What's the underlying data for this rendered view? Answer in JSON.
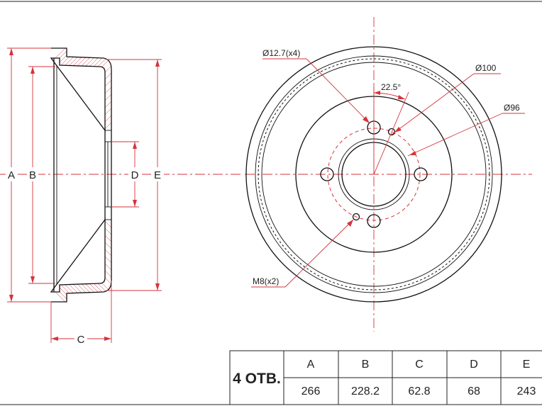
{
  "side_view": {
    "labels": {
      "a": "A",
      "b": "B",
      "c": "C",
      "d": "D",
      "e": "E"
    }
  },
  "front_view": {
    "callouts": {
      "bolt_holes": "Ø12.7(x4)",
      "angle": "22.5°",
      "pcd_outer": "Ø100",
      "pcd_inner": "Ø96",
      "threaded_holes": "M8(x2)"
    }
  },
  "spec_table": {
    "holes_label": "4 ОТВ.",
    "headers": [
      "A",
      "B",
      "C",
      "D",
      "E"
    ],
    "values": [
      "266",
      "228.2",
      "62.8",
      "68",
      "243"
    ]
  },
  "colors": {
    "drawing": "#111111",
    "dimension": "#d6333c",
    "frame": "#222222"
  }
}
